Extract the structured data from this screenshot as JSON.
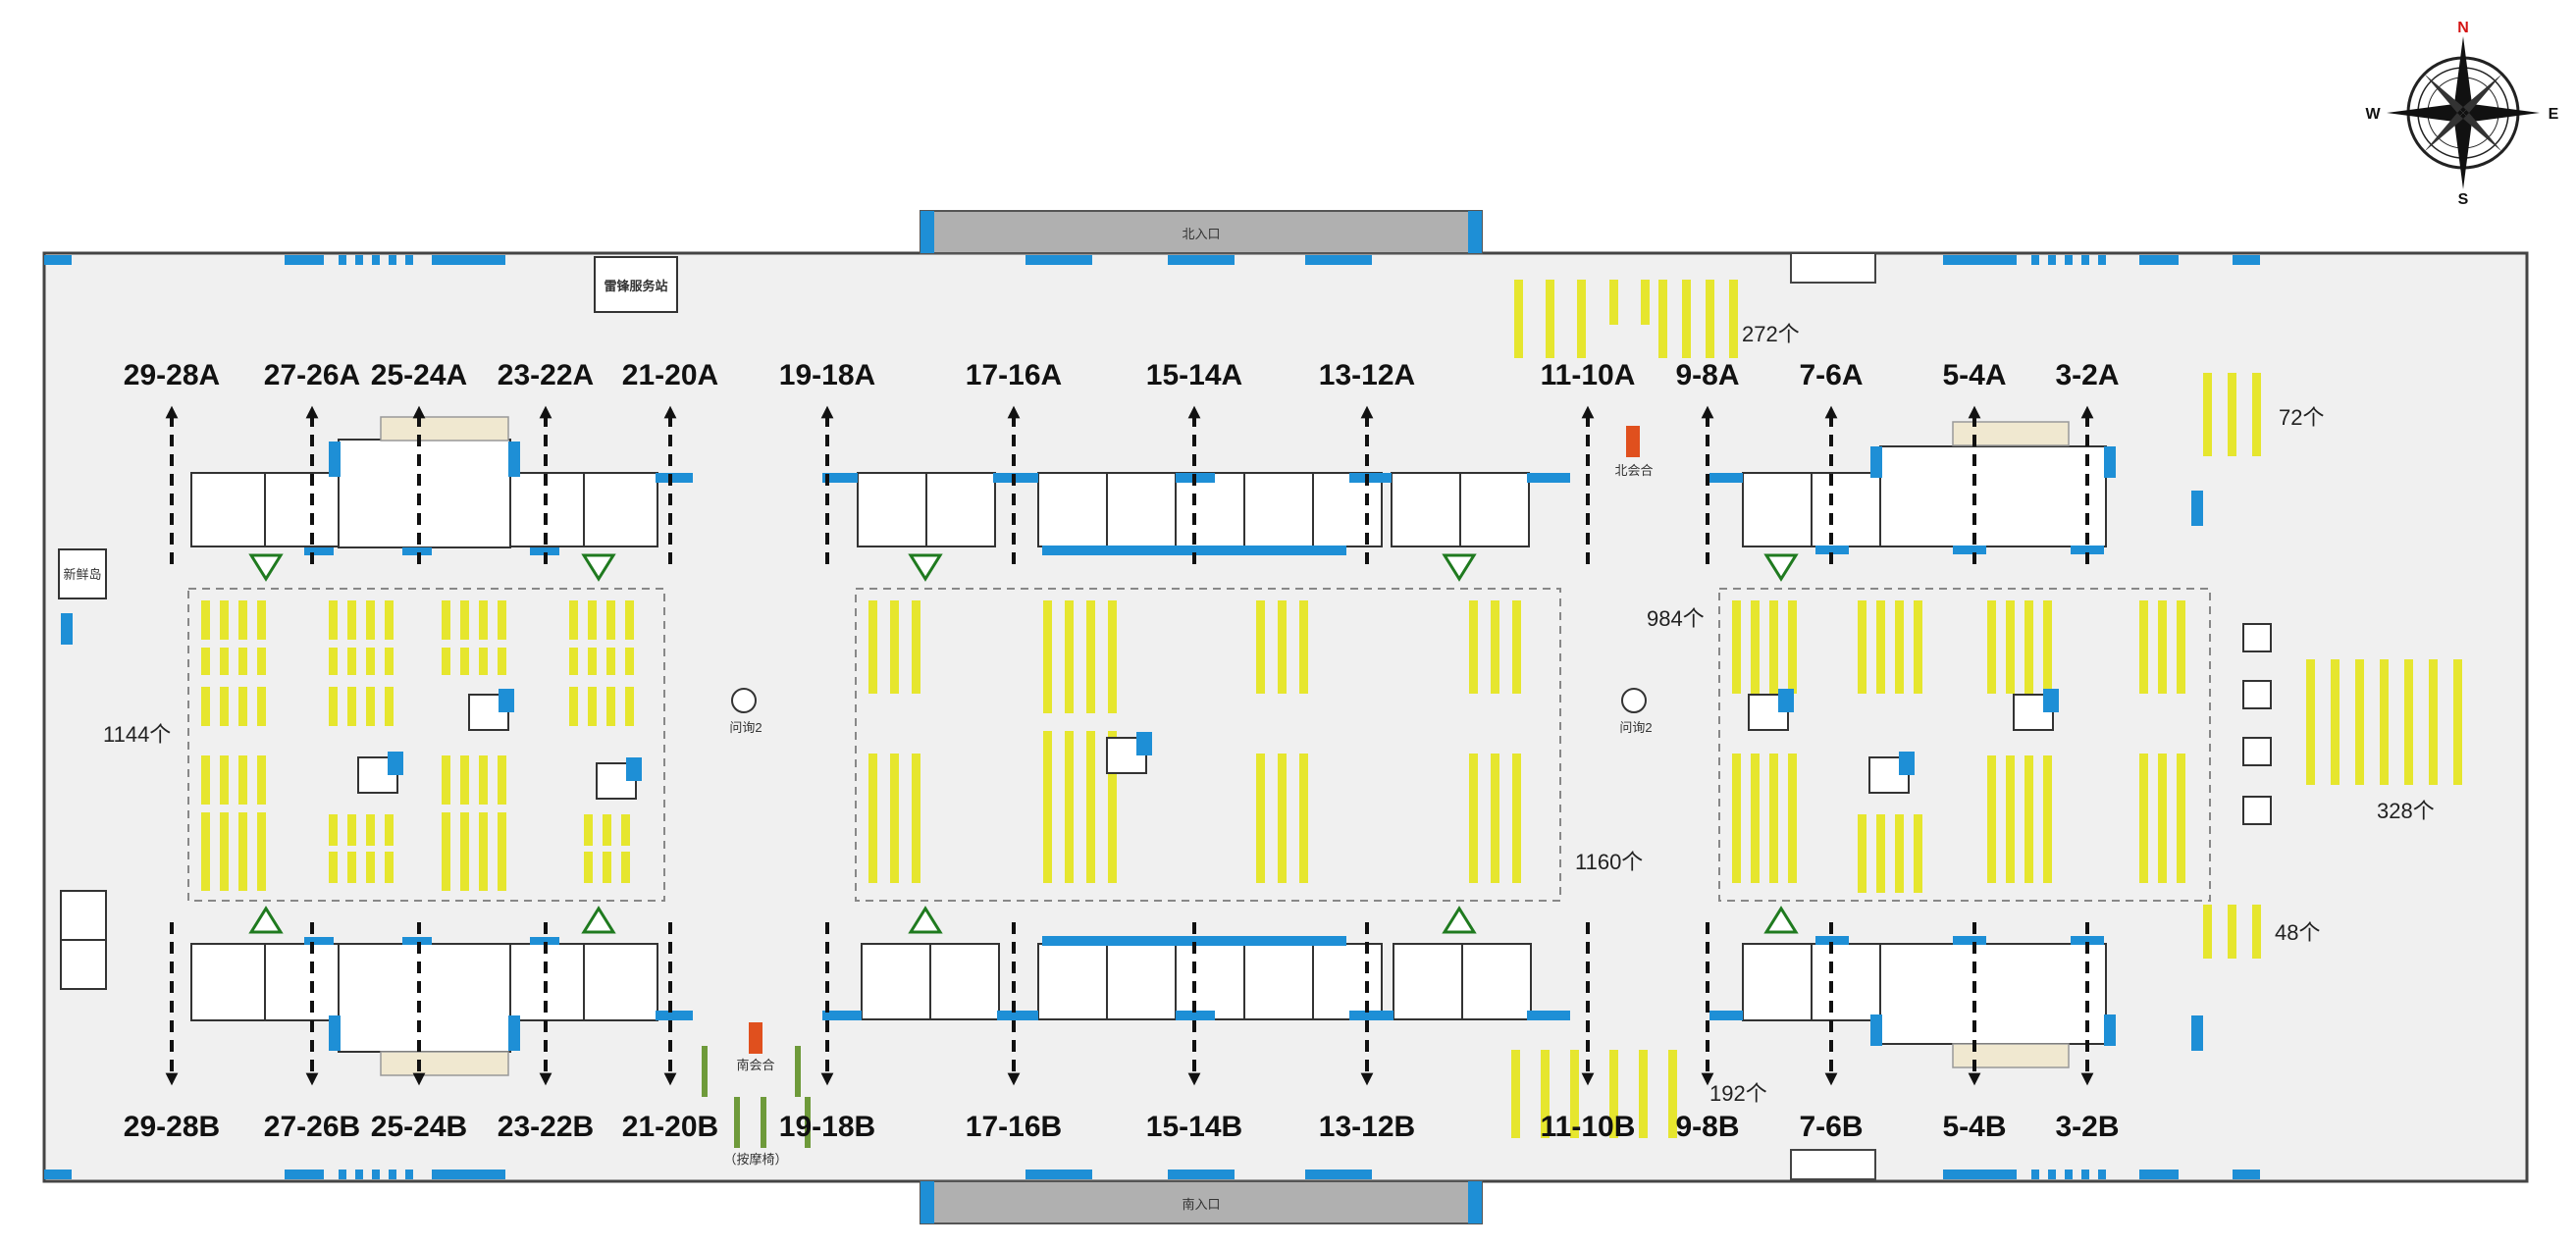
{
  "compass": {
    "north": "N",
    "south": "S",
    "east": "E",
    "west": "W",
    "north_color": "#d41414"
  },
  "colors": {
    "floor": "#f0f0f0",
    "floor_border": "#444444",
    "entrance_bar": "#b0b0b0",
    "blue_accent": "#1e8fd6",
    "seat_yellow": "#e6e62e",
    "seat_green": "#6e9a3a",
    "meeting_point": "#e0501e",
    "triangle": "#1f7a1f"
  },
  "entrances": {
    "north": "北入口",
    "south": "南入口"
  },
  "labels": {
    "service_station": "雷锋服务站",
    "north_meeting_point": "北会合",
    "south_meeting_point": "南会合",
    "restroom_left": "问询2",
    "restroom_right": "问询2",
    "fresh_shop": "新鲜岛",
    "priority_waiting": "（按摩椅）"
  },
  "gates_top": [
    "29-28A",
    "27-26A",
    "25-24A",
    "23-22A",
    "21-20A",
    "19-18A",
    "17-16A",
    "15-14A",
    "13-12A",
    "11-10A",
    "9-8A",
    "7-6A",
    "5-4A",
    "3-2A"
  ],
  "gates_bottom": [
    "29-28B",
    "27-26B",
    "25-24B",
    "23-22B",
    "21-20B",
    "19-18B",
    "17-16B",
    "15-14B",
    "13-12B",
    "11-10B",
    "9-8B",
    "7-6B",
    "5-4B",
    "3-2B"
  ],
  "seat_counts": {
    "north_11_10": "272个",
    "east_top": "72个",
    "west_block": "1144个",
    "mid_right": "984个",
    "center_block": "1160个",
    "east_block": "328个",
    "east_bottom": "48个",
    "south_9_8": "192个"
  }
}
